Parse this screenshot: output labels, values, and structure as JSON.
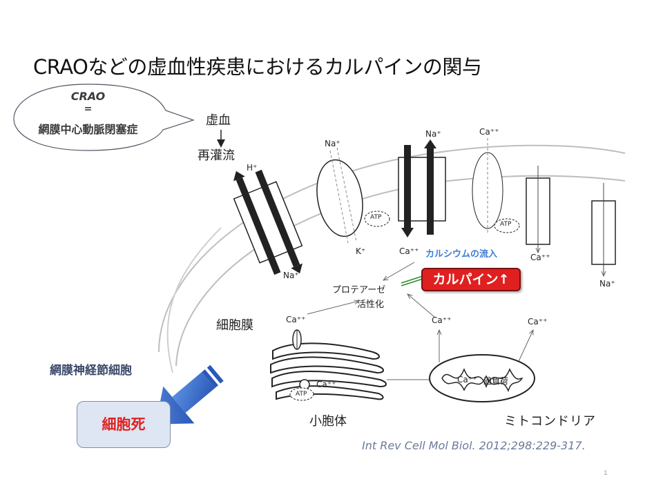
{
  "slide": {
    "title": "CRAOなどの虚血性疾患におけるカルパインの関与",
    "page_number": "1",
    "citation": "Int Rev Cell Mol Biol. 2012;298:229-317."
  },
  "bubble": {
    "abbr": "CRAO",
    "equals": "=",
    "full_name": "網膜中心動脈閉塞症"
  },
  "flow": {
    "ischemia": "虚血",
    "reperfusion": "再灌流"
  },
  "diagram": {
    "h_plus": "H⁺",
    "na_plus": "Na⁺",
    "ca_plus": "Ca⁺⁺",
    "k_plus": "K⁺",
    "atp": "ATP",
    "calcium_influx": "カルシウムの流入",
    "protease_activation_line1": "プロテアーゼ",
    "protease_activation_line2": "活性化",
    "cell_membrane": "細胞膜",
    "er": "小胞体",
    "mitochondria": "ミトコンドリア",
    "overload": "過負荷",
    "calpain_up": "カルパイン↑"
  },
  "outcome": {
    "retinal_ganglion_cell": "網膜神経節細胞",
    "cell_death": "細胞死"
  },
  "colors": {
    "calpain_red": "#e02020",
    "influx_blue": "#3a7ad8",
    "arrow_blue": "#3b6fd0",
    "cite_gray": "#6a7a9a"
  }
}
